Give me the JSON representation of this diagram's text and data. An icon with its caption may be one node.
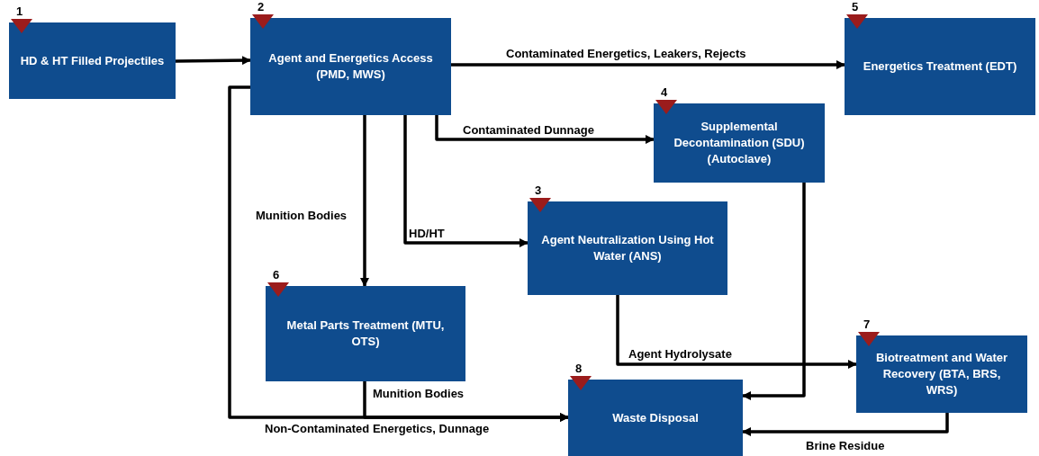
{
  "diagram": {
    "nodes": [
      {
        "text": [
          "HD & HT Filled Projectiles"
        ],
        "beside": [
          "1"
        ]
      },
      {
        "text": [
          "Agent and Energetics Access (PMD, MWS)"
        ],
        "beside": [
          "2"
        ]
      },
      {
        "text": [
          "Energetics Treatment (EDT)"
        ],
        "beside": [
          "5"
        ]
      },
      {
        "text": [
          "Supplemental Decontamination (SDU) (Autoclave)"
        ],
        "beside": [
          "4"
        ]
      },
      {
        "text": [
          "Agent Neutralization Using Hot Water (ANS)"
        ],
        "beside": [
          "3"
        ]
      },
      {
        "text": [
          "Metal Parts Treatment (MTU, OTS)"
        ],
        "beside": [
          "6"
        ]
      },
      {
        "text": [
          "Biotreatment and Water Recovery (BTA, BRS, WRS)"
        ],
        "beside": [
          "7"
        ]
      },
      {
        "text": [
          "Waste Disposal"
        ],
        "beside": [
          "8"
        ]
      }
    ],
    "edges": [
      {
        "from": 0,
        "to": 1,
        "arrow": "to"
      },
      {
        "from": 1,
        "to": 2,
        "arrow": "to",
        "label": "Contaminated Energetics, Leakers, Rejects"
      },
      {
        "from": 1,
        "to": 3,
        "arrow": "to",
        "label": "Contaminated Dunnage"
      },
      {
        "from": 1,
        "to": 4,
        "arrow": "to",
        "label": "HD/HT"
      },
      {
        "from": 1,
        "to": 5,
        "arrow": "to",
        "label": "Munition Bodies"
      },
      {
        "from": 1,
        "to": 7,
        "arrow": "to",
        "label": "Non-Contaminated Energetics, Dunnage"
      },
      {
        "from": 5,
        "to": 7,
        "arrow": "to",
        "label": "Munition Bodies"
      },
      {
        "from": 4,
        "to": 6,
        "arrow": "to",
        "label": "Agent Hydrolysate"
      },
      {
        "from": 3,
        "to": 7,
        "arrow": "to"
      },
      {
        "from": 6,
        "to": 7,
        "arrow": "to",
        "label": "Brine Residue"
      }
    ]
  }
}
